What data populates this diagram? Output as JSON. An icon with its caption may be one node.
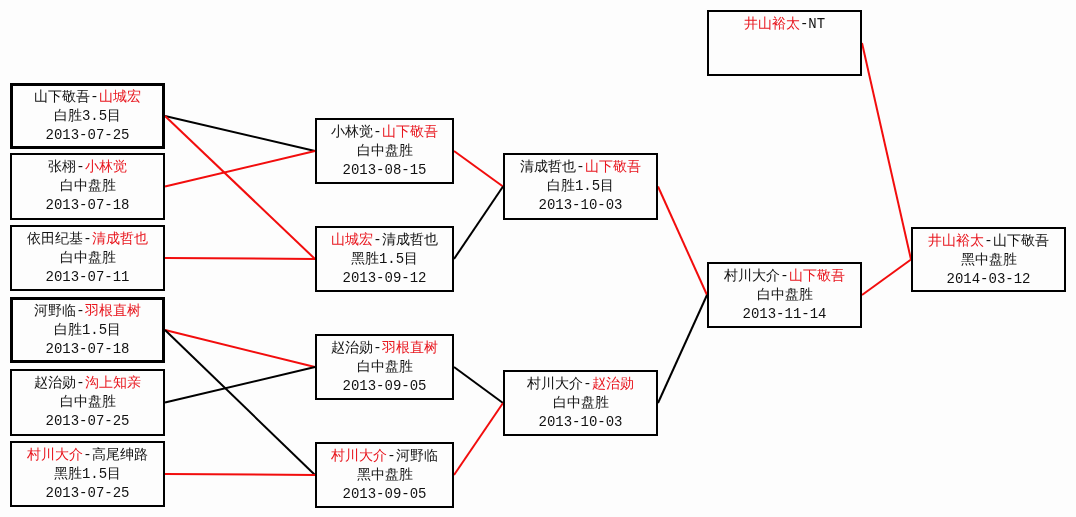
{
  "diagram": {
    "nodes": [
      {
        "text": [
          "山下敬吾-山城宏",
          "白胜3.5目",
          "2013-07-25"
        ]
      },
      {
        "text": [
          "张栩-小林觉",
          "白中盘胜",
          "2013-07-18"
        ]
      },
      {
        "text": [
          "依田纪基-清成哲也",
          "白中盘胜",
          "2013-07-11"
        ]
      },
      {
        "text": [
          "河野临-羽根直树",
          "白胜1.5目",
          "2013-07-18"
        ]
      },
      {
        "text": [
          "赵治勋-沟上知亲",
          "白中盘胜",
          "2013-07-25"
        ]
      },
      {
        "text": [
          "村川大介-高尾绅路",
          "黑胜1.5目",
          "2013-07-25"
        ]
      },
      {
        "text": [
          "小林觉-山下敬吾",
          "白中盘胜",
          "2013-08-15"
        ]
      },
      {
        "text": [
          "山城宏-清成哲也",
          "黑胜1.5目",
          "2013-09-12"
        ]
      },
      {
        "text": [
          "赵治勋-羽根直树",
          "白中盘胜",
          "2013-09-05"
        ]
      },
      {
        "text": [
          "村川大介-河野临",
          "黑中盘胜",
          "2013-09-05"
        ]
      },
      {
        "text": [
          "清成哲也-山下敬吾",
          "白胜1.5目",
          "2013-10-03"
        ]
      },
      {
        "text": [
          "村川大介-赵治勋",
          "白中盘胜",
          "2013-10-03"
        ]
      },
      {
        "text": [
          "井山裕太-NT"
        ]
      },
      {
        "text": [
          "村川大介-山下敬吾",
          "白中盘胜",
          "2013-11-14"
        ]
      },
      {
        "text": [
          "井山裕太-山下敬吾",
          "黑中盘胜",
          "2014-03-12"
        ]
      }
    ],
    "edges": [
      {
        "from": 0,
        "to": 6,
        "arrow": "none",
        "color": "#000000"
      },
      {
        "from": 0,
        "to": 7,
        "arrow": "none"
      },
      {
        "from": 1,
        "to": 6,
        "arrow": "none"
      },
      {
        "from": 2,
        "to": 7,
        "arrow": "none"
      },
      {
        "from": 3,
        "to": 8,
        "arrow": "none"
      },
      {
        "from": 3,
        "to": 9,
        "arrow": "none",
        "color": "#000000"
      },
      {
        "from": 4,
        "to": 8,
        "arrow": "none",
        "color": "#000000"
      },
      {
        "from": 5,
        "to": 9,
        "arrow": "none"
      },
      {
        "from": 6,
        "to": 10,
        "arrow": "none"
      },
      {
        "from": 7,
        "to": 10,
        "arrow": "none",
        "color": "#000000"
      },
      {
        "from": 8,
        "to": 11,
        "arrow": "none",
        "color": "#000000"
      },
      {
        "from": 9,
        "to": 11,
        "arrow": "none"
      },
      {
        "from": 10,
        "to": 13,
        "arrow": "none"
      },
      {
        "from": 11,
        "to": 13,
        "arrow": "none",
        "color": "#000000"
      },
      {
        "from": 12,
        "to": 14,
        "arrow": "none"
      },
      {
        "from": 13,
        "to": 14,
        "arrow": "none"
      }
    ]
  }
}
